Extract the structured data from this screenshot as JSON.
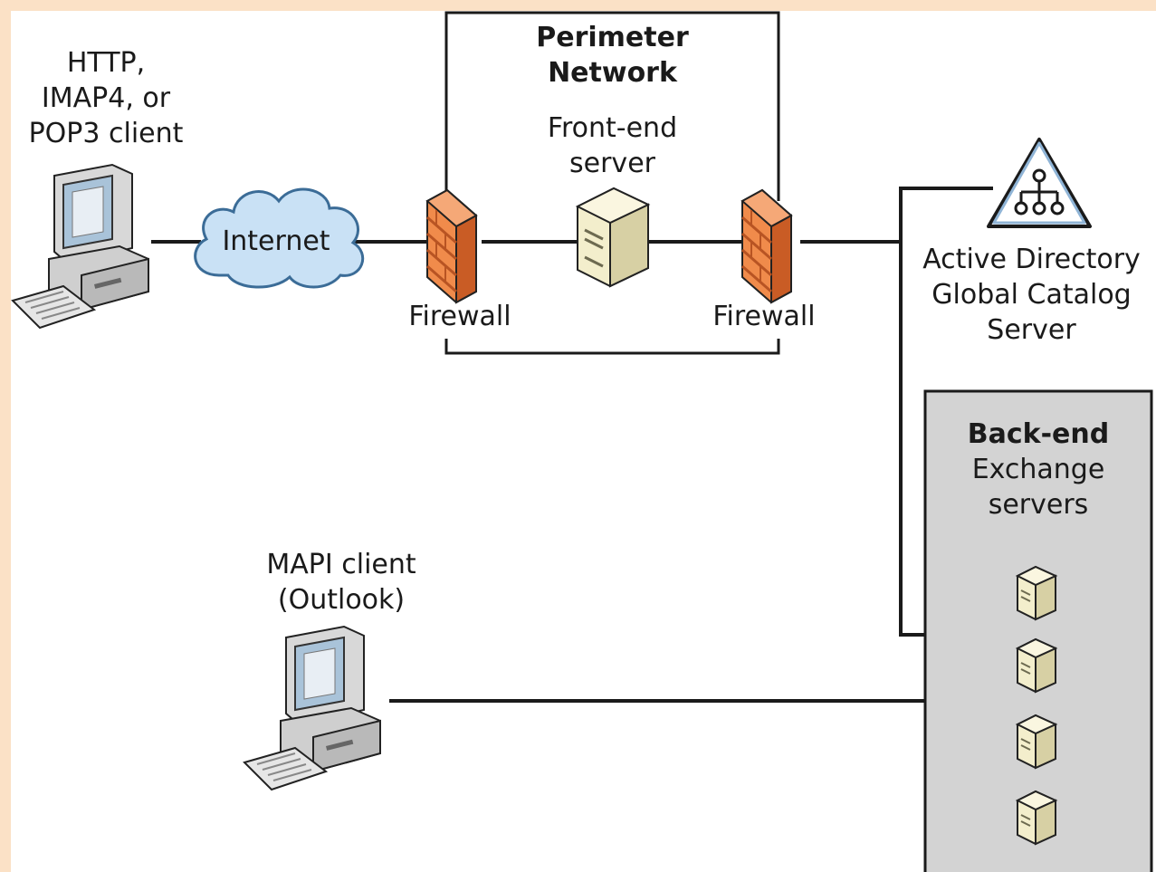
{
  "labels": {
    "web_client": [
      "HTTP,",
      "IMAP4, or",
      "POP3 client"
    ],
    "internet": "Internet",
    "perimeter_title": [
      "Perimeter",
      "Network"
    ],
    "front_end": [
      "Front-end",
      "server"
    ],
    "firewall_left": "Firewall",
    "firewall_right": "Firewall",
    "active_directory": [
      "Active Directory",
      "Global Catalog",
      "Server"
    ],
    "backend_title": "Back-end",
    "backend_sub": [
      "Exchange",
      "servers"
    ],
    "mapi_client": [
      "MAPI client",
      "(Outlook)"
    ]
  },
  "colors": {
    "page_background": "#fbe1c6",
    "diagram_background": "#ffffff",
    "firewall": "#e8773a",
    "cloud": "#c9e1f5",
    "backend_panel": "#d3d3d3",
    "server": "#f3eecc",
    "line": "#1a1a1a"
  },
  "icons": {
    "workstation": "desktop-computer-icon",
    "cloud": "cloud-icon",
    "firewall": "firewall-icon",
    "server": "server-icon",
    "directory": "active-directory-icon"
  }
}
